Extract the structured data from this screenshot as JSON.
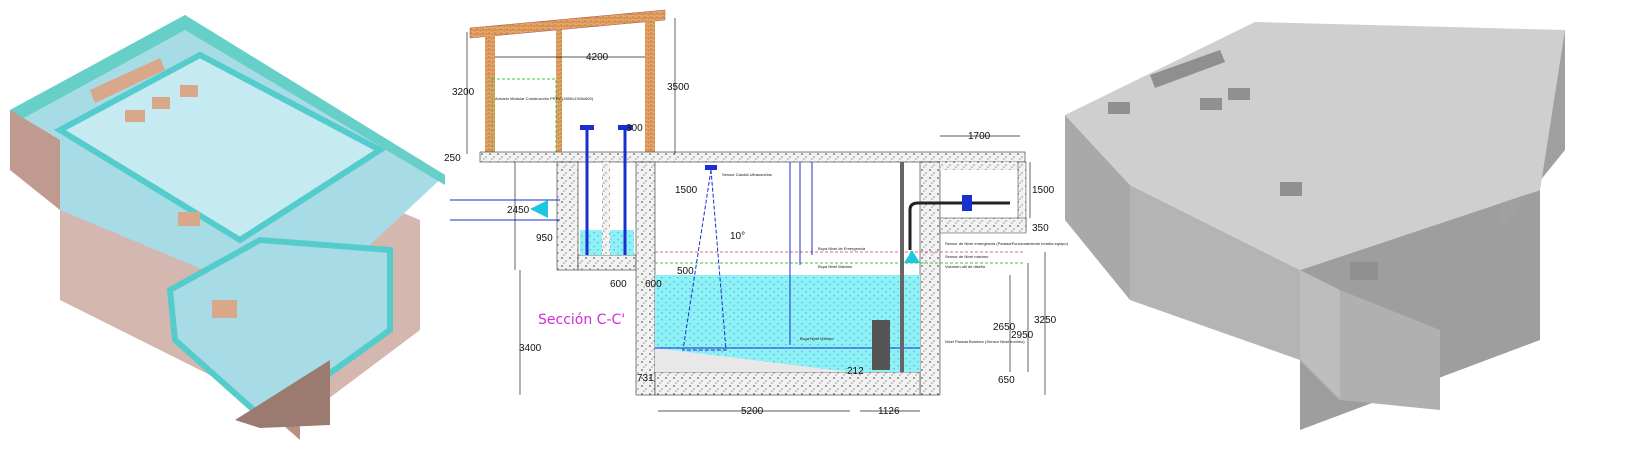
{
  "section_title": "Sección C-C'",
  "colors": {
    "title": "#d62ad6",
    "water": "#7fe3ee",
    "brick": "#e2a066",
    "pipe": "#1a2fd0",
    "model_cyan": "#6fd3cf",
    "model_gray": "#c8c8c8"
  },
  "dimensions": {
    "d4200": "4200",
    "d3200": "3200",
    "d3500": "3500",
    "d250": "250",
    "d300": "300",
    "d1500a": "1500",
    "d2450": "2450",
    "d950": "950",
    "angle": "10°",
    "d500": "500",
    "d600a": "600",
    "d600b": "600",
    "d3400": "3400",
    "d731": "731",
    "d212": "212",
    "d5200": "5200",
    "d1126": "1126",
    "d1700": "1700",
    "d1500b": "1500",
    "d350": "350",
    "d3250": "3250",
    "d2950": "2950",
    "d2650": "2650",
    "d650": "650"
  },
  "labels": {
    "cabinet": "Armario Modular Construcción PRFV (2800x1300x600)",
    "flow_sensor": "Sensor Caudal Ultrasonidos",
    "float_emergency": "Boya Nivel de Emergencia",
    "float_max": "Boya Nivel Máximo",
    "float_min": "Boya Nivel Mínimo",
    "sensor_emergency": "Sensor de Nivel emergencia (Parada/Funcionamiento bomba equipo)",
    "sensor_max": "Sensor de Nivel máximo",
    "useful_volume": "Volumen útil de diseño",
    "stop_level": "Nivel Parada Bombeo (Sensor Nivel mínimo)"
  }
}
